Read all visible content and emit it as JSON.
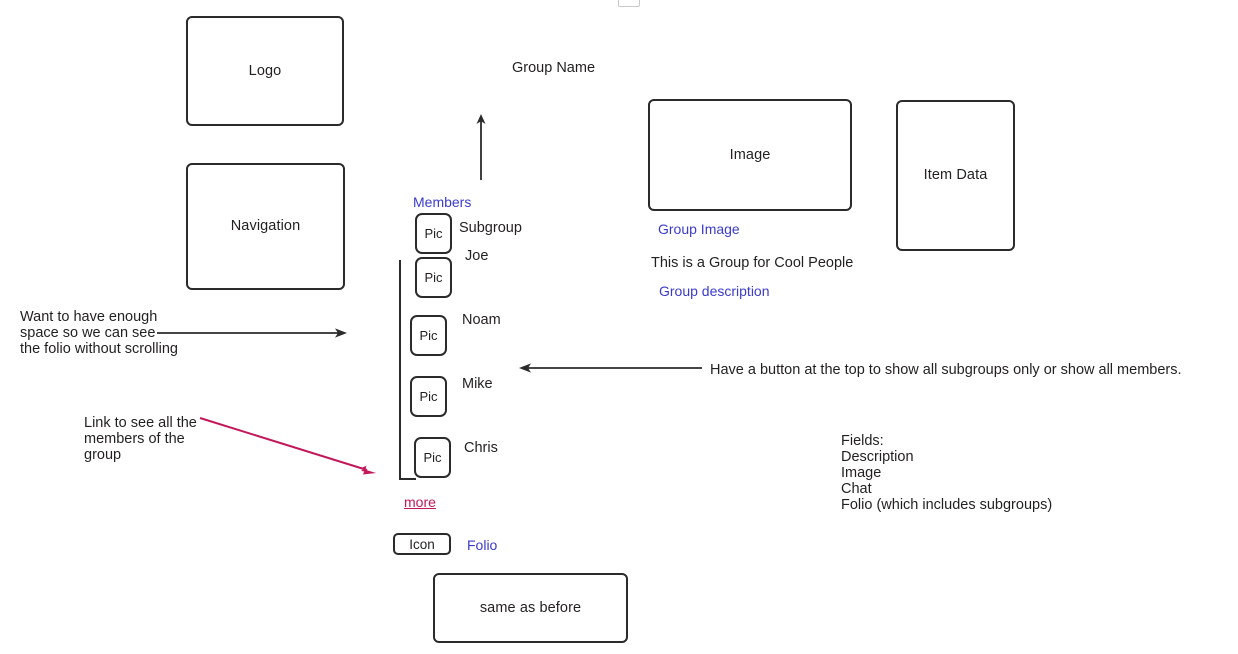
{
  "page": {
    "title": "Group Page Wireframe",
    "background": "#ffffff",
    "ink": "#231f20",
    "accent_blue": "#3b3bcc",
    "accent_crimson": "#c2185b"
  },
  "left_column": {
    "logo_box": {
      "label": "Logo"
    },
    "navigation_box": {
      "label": "Navigation"
    }
  },
  "header": {
    "group_name": "Group Name"
  },
  "members_panel": {
    "section_label": "Members",
    "rows": [
      {
        "thumb": "Pic",
        "name": "Subgroup"
      },
      {
        "thumb": "Pic",
        "name": "Joe"
      },
      {
        "thumb": "Pic",
        "name": "Noam"
      },
      {
        "thumb": "Pic",
        "name": "Mike"
      },
      {
        "thumb": "Pic",
        "name": "Chris"
      }
    ],
    "more_link": "more"
  },
  "folio": {
    "icon_label": "Icon",
    "label": "Folio",
    "panel_text": "same as before"
  },
  "group_content": {
    "image_box": {
      "label": "Image"
    },
    "image_caption": "Group Image",
    "description_text": "This is a Group for Cool People",
    "description_caption": "Group description",
    "item_data_box": {
      "label": "Item Data"
    }
  },
  "annotations": {
    "folio_space_note": "Want to have enough\nspace so we can see\nthe folio without scrolling",
    "members_link_note": "Link to see all the\nmembers of the\ngroup",
    "subgroup_button_note": "Have a button at the top to show all subgroups only or show all members.",
    "fields_note": "Fields:\nDescription\nImage\nChat\nFolio (which includes subgroups)"
  }
}
